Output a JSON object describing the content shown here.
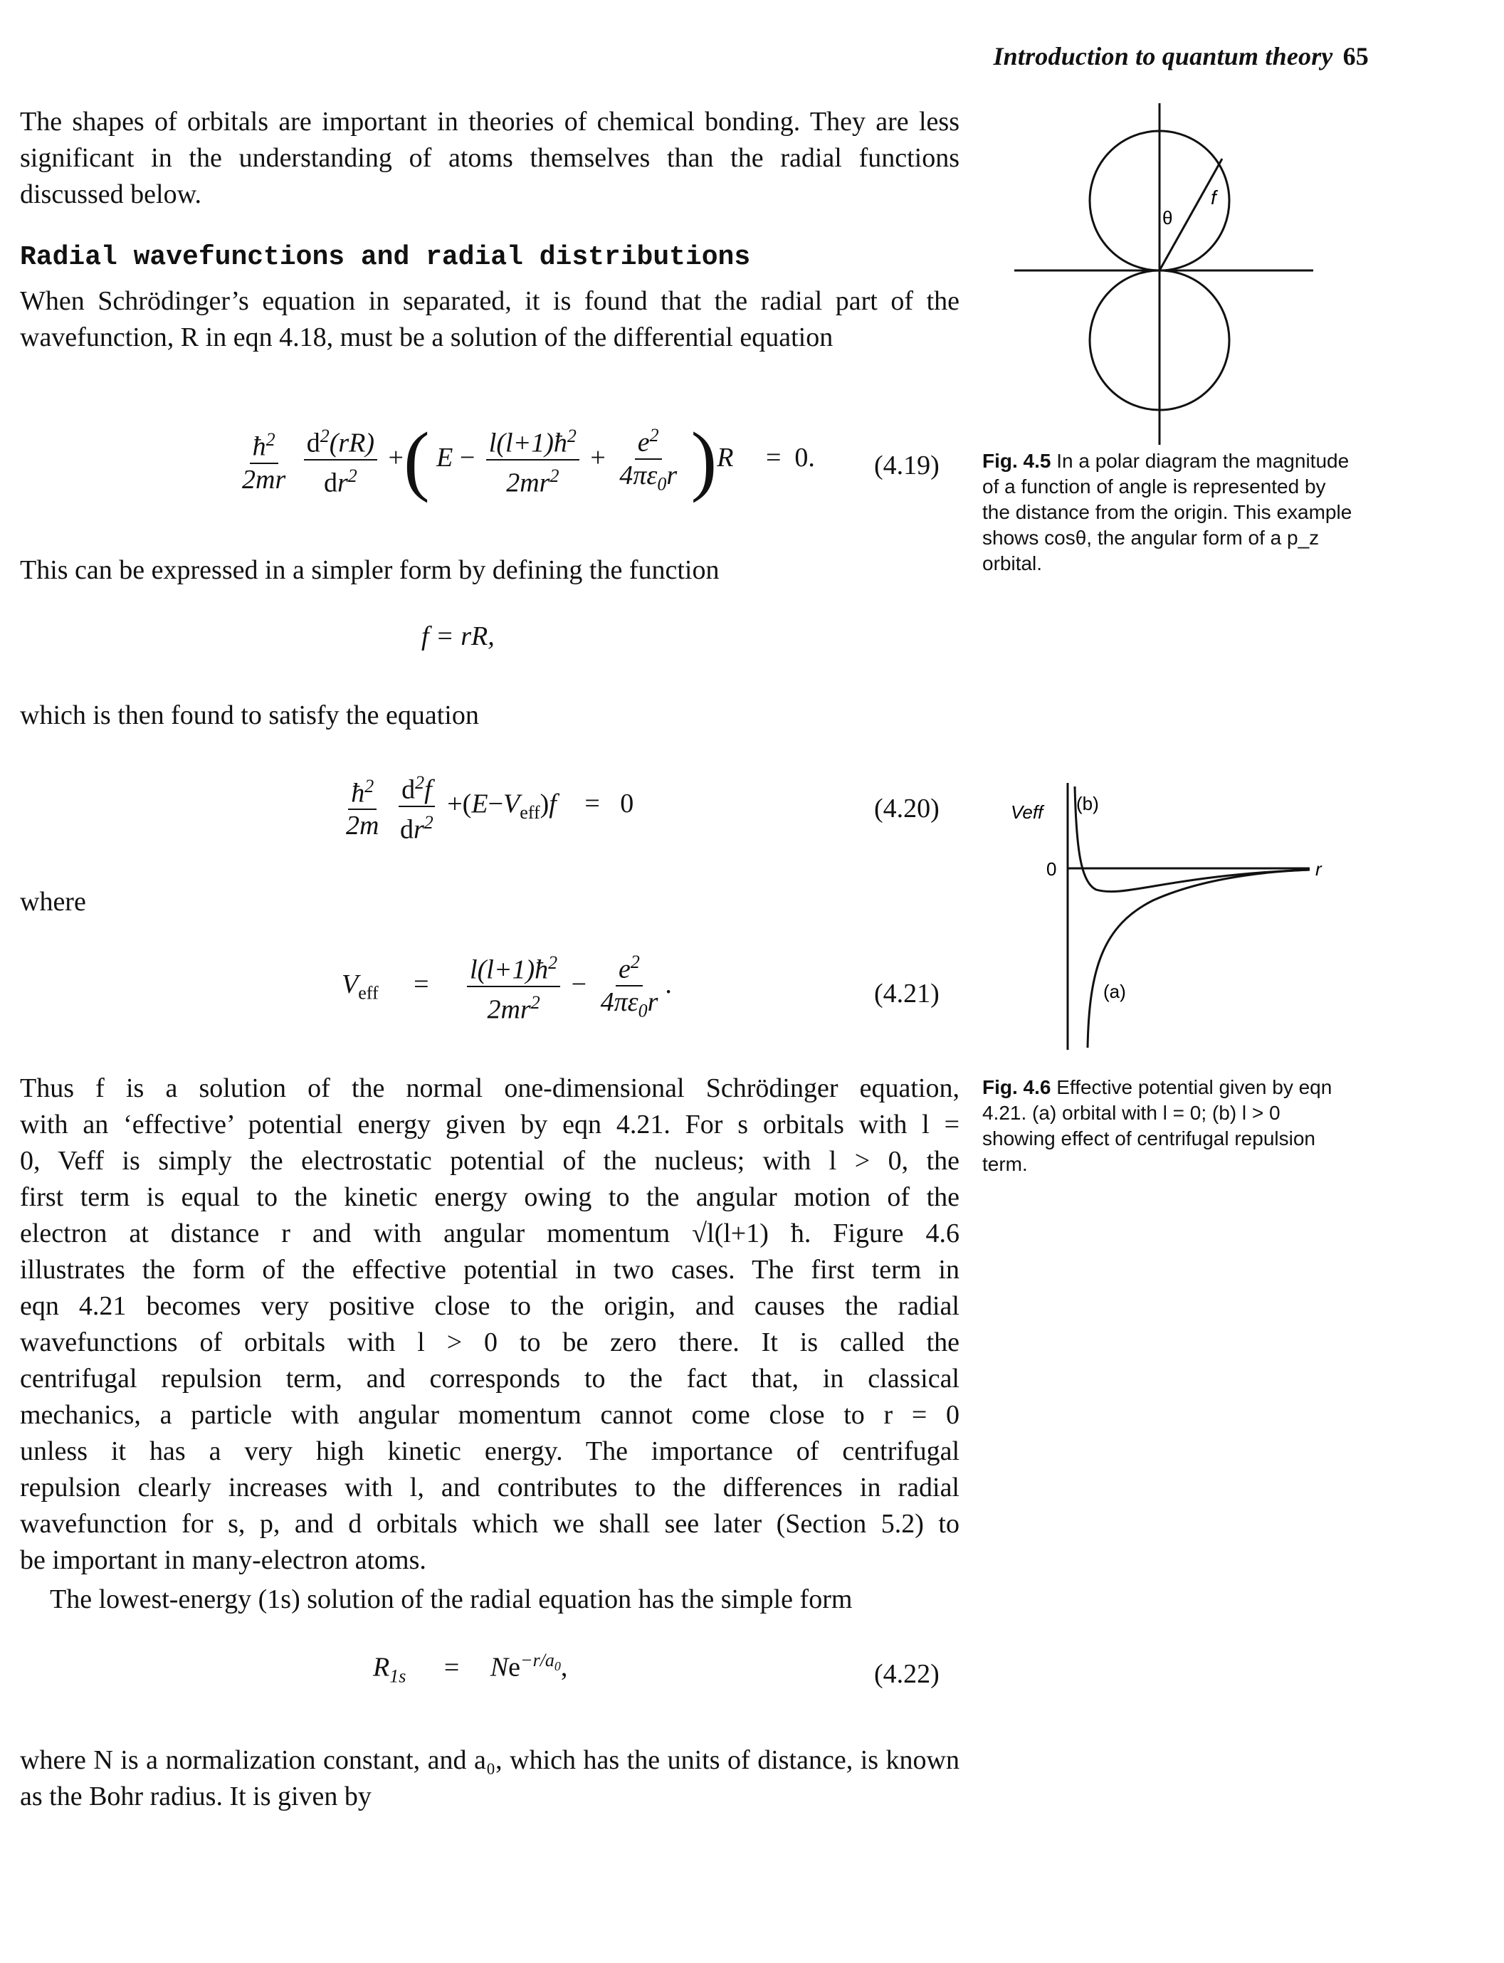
{
  "header": {
    "title": "Introduction to quantum theory",
    "page_number": "65"
  },
  "intro_paragraph": "The shapes of orbitals are important in theories of chemical bonding. They are less significant in the understanding of atoms themselves than the radial functions discussed below.",
  "section_heading": "Radial wavefunctions and radial distributions",
  "para_schrodinger": "When Schrödinger’s equation in separated, it is found that the radial part of the wavefunction, R in eqn 4.18, must be a solution of the differential equation",
  "eq_419_number": "(4.19)",
  "para_simpler": "This can be expressed in a simpler form by defining the function",
  "eq_f": "f  =  rR,",
  "para_satisfy": "which is then found to satisfy the equation",
  "eq_420_number": "(4.20)",
  "word_where": "where",
  "eq_421_number": "(4.21)",
  "para_thus_lines": [
    "Thus f is a solution of the normal one-dimensional Schrödinger equation,",
    "with an ‘effective’ potential energy given by eqn 4.21. For s orbitals with l =",
    "0, Veff is simply the electrostatic potential of the nucleus; with l > 0, the",
    "first term is equal to the kinetic energy owing to the angular motion of the",
    "electron at distance r and with angular momentum √l(l+1) ħ. Figure 4.6",
    "illustrates the form of the effective potential in two cases. The first term in",
    "eqn 4.21 becomes very positive close to the origin, and causes the radial",
    "wavefunctions of orbitals with l > 0 to be zero there. It is called the",
    "centrifugal repulsion term, and corresponds to the fact that, in classical",
    "mechanics, a particle with angular momentum cannot come close to r = 0",
    "unless it has a very high kinetic energy. The importance of centrifugal",
    "repulsion clearly increases with l, and contributes to the differences in radial",
    "wavefunction for s, p, and d orbitals which we shall see later (Section 5.2) to",
    "be important in many-electron atoms."
  ],
  "para_lowest": "The lowest-energy (1s) solution of the radial equation has the simple form",
  "eq_422_number": "(4.22)",
  "para_where_n": "where N is a normalization constant, and a₀, which has the units of distance, is known as the Bohr radius. It is given by",
  "fig45": {
    "label_theta": "θ",
    "label_f": "f",
    "caption_label": "Fig. 4.5",
    "caption_text": "In a polar diagram the magnitude of a function of angle is represented by the distance from the origin. This example shows cosθ, the angular form of a p_z orbital."
  },
  "fig46": {
    "label_veff": "Veff",
    "label_zero": "0",
    "label_r": "r",
    "label_b": "(b)",
    "label_a": "(a)",
    "caption_label": "Fig. 4.6",
    "caption_text": "Effective potential given by eqn 4.21. (a) orbital with l = 0; (b) l > 0 showing effect of centrifugal repulsion term."
  }
}
